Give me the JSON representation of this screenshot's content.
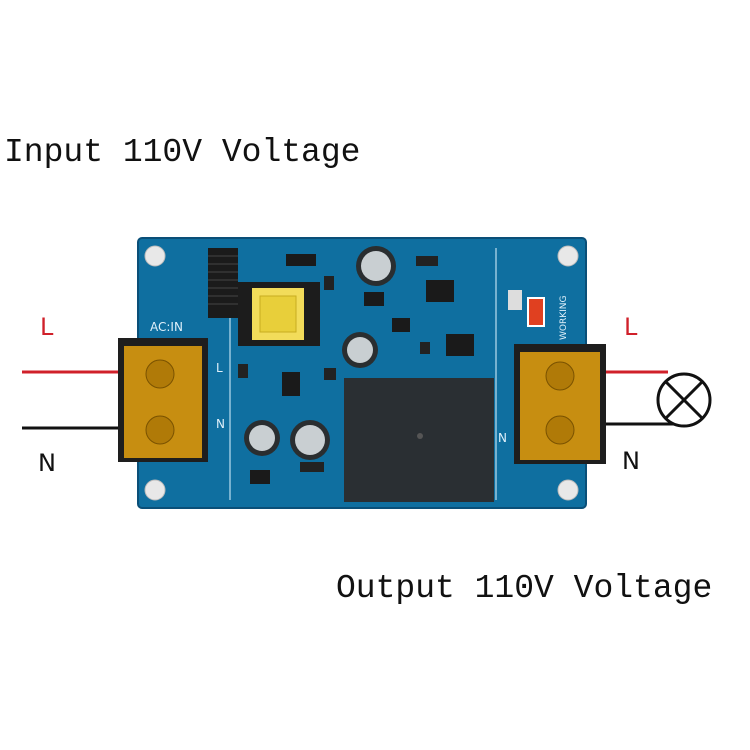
{
  "captions": {
    "input": "Input 110V Voltage",
    "output": "Output 110V Voltage"
  },
  "wire_labels": {
    "input_live": "L",
    "input_neutral": "N",
    "output_live": "L",
    "output_neutral": "N"
  },
  "board": {
    "silkscreen_acin": "AC:IN",
    "silkscreen_working": "WORKING",
    "silkscreen_l": "L",
    "silkscreen_n": "N",
    "silkscreen_n2": "N"
  },
  "colors": {
    "pcb": "#0f6fa0",
    "pcb_dark": "#0a4f78",
    "terminal": "#d99a10",
    "relay": "#2a2f33",
    "live_wire": "#d0202a",
    "neutral_wire": "#111111"
  },
  "icons": {
    "lamp": "lamp-icon"
  }
}
